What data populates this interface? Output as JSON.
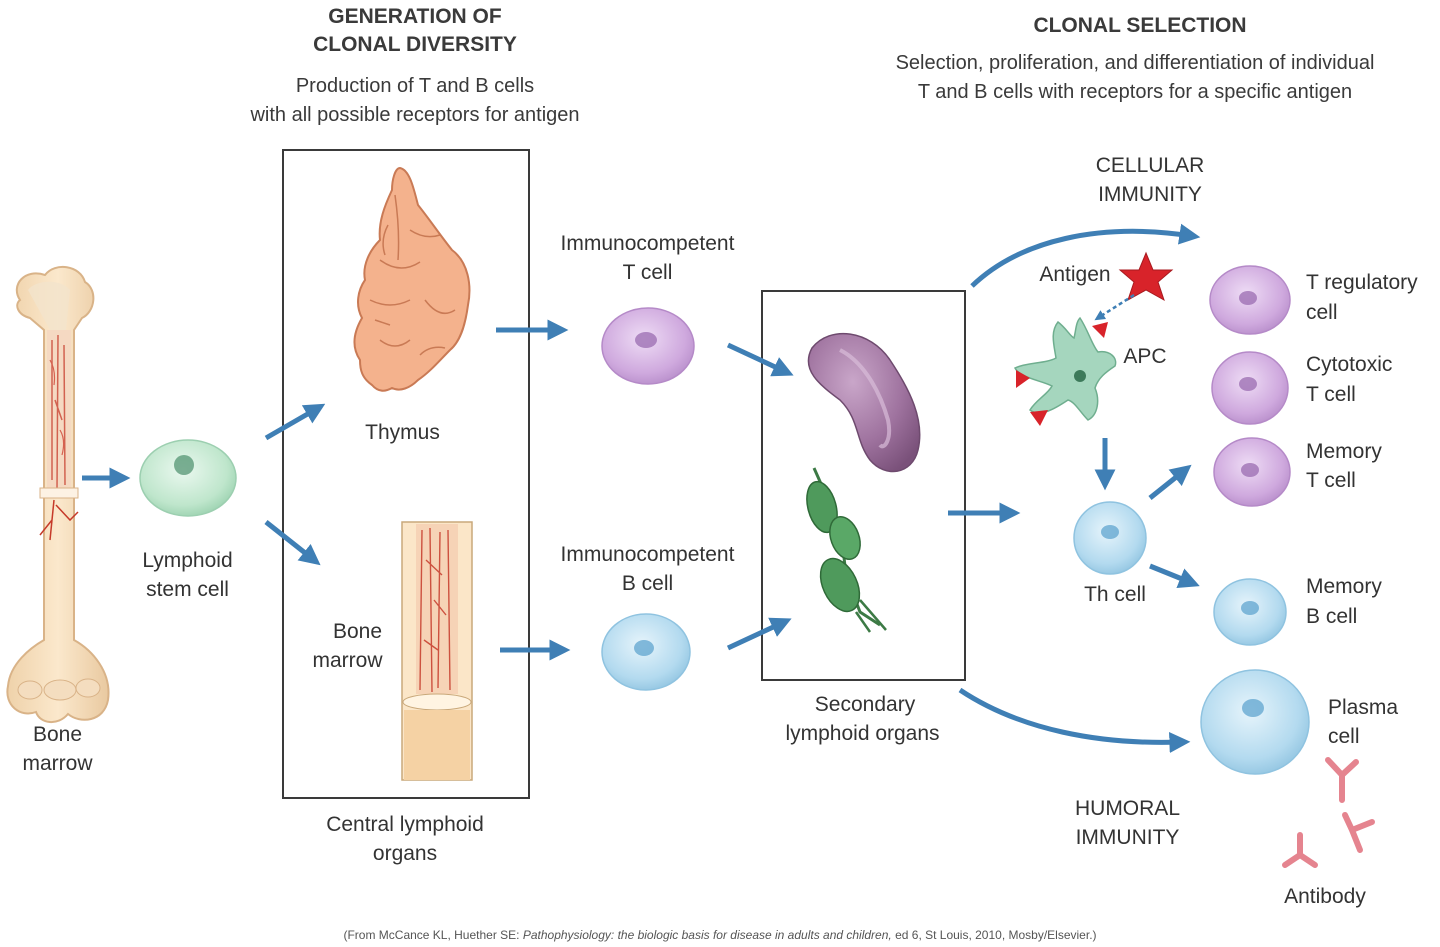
{
  "headings": {
    "generation_line1": "GENERATION OF",
    "generation_line2": "CLONAL DIVERSITY",
    "generation_sub1": "Production of T and B cells",
    "generation_sub2": "with all possible receptors for antigen",
    "selection": "CLONAL SELECTION",
    "selection_sub1": "Selection, proliferation, and differentiation of individual",
    "selection_sub2": "T and B cells with receptors for a specific antigen"
  },
  "labels": {
    "bone_marrow_left_1": "Bone",
    "bone_marrow_left_2": "marrow",
    "lymphoid_stem_1": "Lymphoid",
    "lymphoid_stem_2": "stem cell",
    "thymus": "Thymus",
    "bone_marrow_box_1": "Bone",
    "bone_marrow_box_2": "marrow",
    "central_1": "Central lymphoid",
    "central_2": "organs",
    "immuno_t_1": "Immunocompetent",
    "immuno_t_2": "T cell",
    "immuno_b_1": "Immunocompetent",
    "immuno_b_2": "B cell",
    "secondary_1": "Secondary",
    "secondary_2": "lymphoid organs",
    "cellular_1": "CELLULAR",
    "cellular_2": "IMMUNITY",
    "antigen": "Antigen",
    "apc": "APC",
    "th_cell": "Th cell",
    "treg_1": "T regulatory",
    "treg_2": "cell",
    "cytotoxic_1": "Cytotoxic",
    "cytotoxic_2": "T cell",
    "memory_t_1": "Memory",
    "memory_t_2": "T cell",
    "memory_b_1": "Memory",
    "memory_b_2": "B cell",
    "plasma_1": "Plasma",
    "plasma_2": "cell",
    "humoral_1": "HUMORAL",
    "humoral_2": "IMMUNITY",
    "antibody": "Antibody"
  },
  "citation": {
    "before": "(From McCance KL, Huether SE: ",
    "title": "Pathophysiology: the biologic basis for disease in adults and children,",
    "after": " ed 6, St Louis, 2010, Mosby/Elsevier.)"
  },
  "colors": {
    "arrow": "#3f7fb5",
    "t_cell": "#c9a3d9",
    "b_cell": "#a9d3ec",
    "stem_cell": "#b9e3c9",
    "thymus": "#f2b08c",
    "spleen": "#a87aa8",
    "lymph_node": "#4f9a5c",
    "antigen": "#d8232a",
    "apc": "#9fd1b8",
    "antibody": "#e5848f",
    "bone": "#f6dcb8",
    "marrow_red": "#c63a2a"
  },
  "icons": [
    "bone-icon",
    "thymus-icon",
    "bone-section-icon",
    "spleen-icon",
    "lymph-node-icon",
    "antigen-icon",
    "apc-icon",
    "antibody-icon"
  ]
}
